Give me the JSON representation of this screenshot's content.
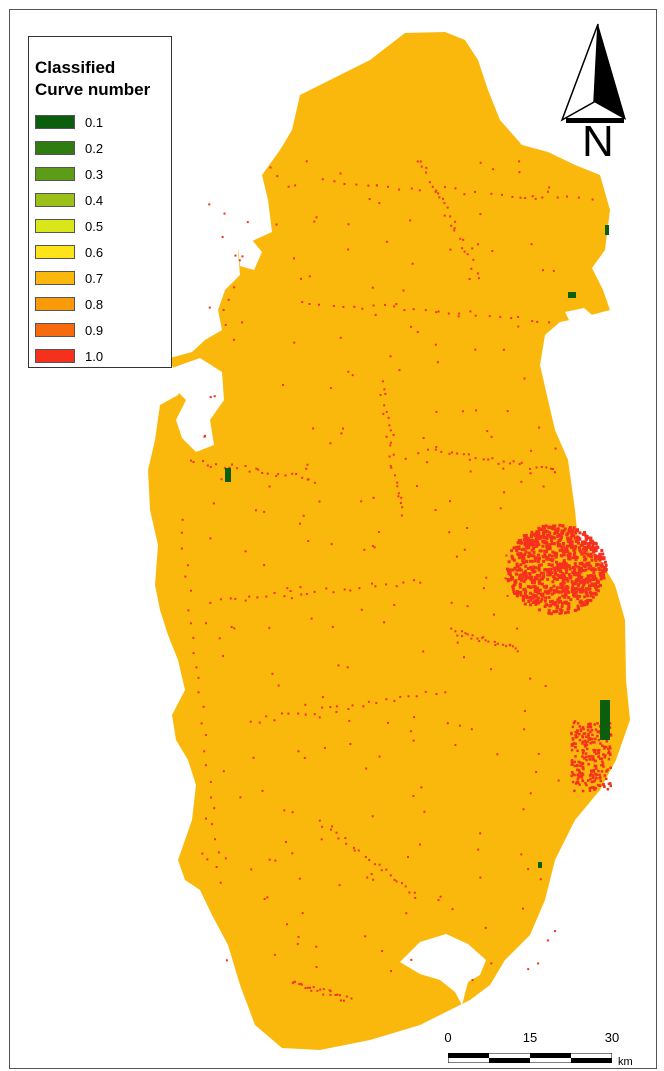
{
  "legend": {
    "title_line1": "Classified",
    "title_line2": "Curve number",
    "items": [
      {
        "label": "0.1",
        "color": "#0b5e0b"
      },
      {
        "label": "0.2",
        "color": "#2f7d10"
      },
      {
        "label": "0.3",
        "color": "#5c9c16"
      },
      {
        "label": "0.4",
        "color": "#9bc01a"
      },
      {
        "label": "0.5",
        "color": "#d8e61a"
      },
      {
        "label": "0.6",
        "color": "#fde31a"
      },
      {
        "label": "0.7",
        "color": "#fbb80c"
      },
      {
        "label": "0.8",
        "color": "#f99a08"
      },
      {
        "label": "0.9",
        "color": "#f76a0e"
      },
      {
        "label": "1.0",
        "color": "#f5311d"
      }
    ]
  },
  "north_arrow": {
    "label": "N"
  },
  "scale_bar": {
    "ticks": [
      "0",
      "15",
      "30"
    ],
    "unit": "km"
  },
  "colors": {
    "land": "#fbb80c",
    "urban": "#f5311d",
    "vegetation": "#0b5e0b",
    "water": "#ffffff"
  }
}
